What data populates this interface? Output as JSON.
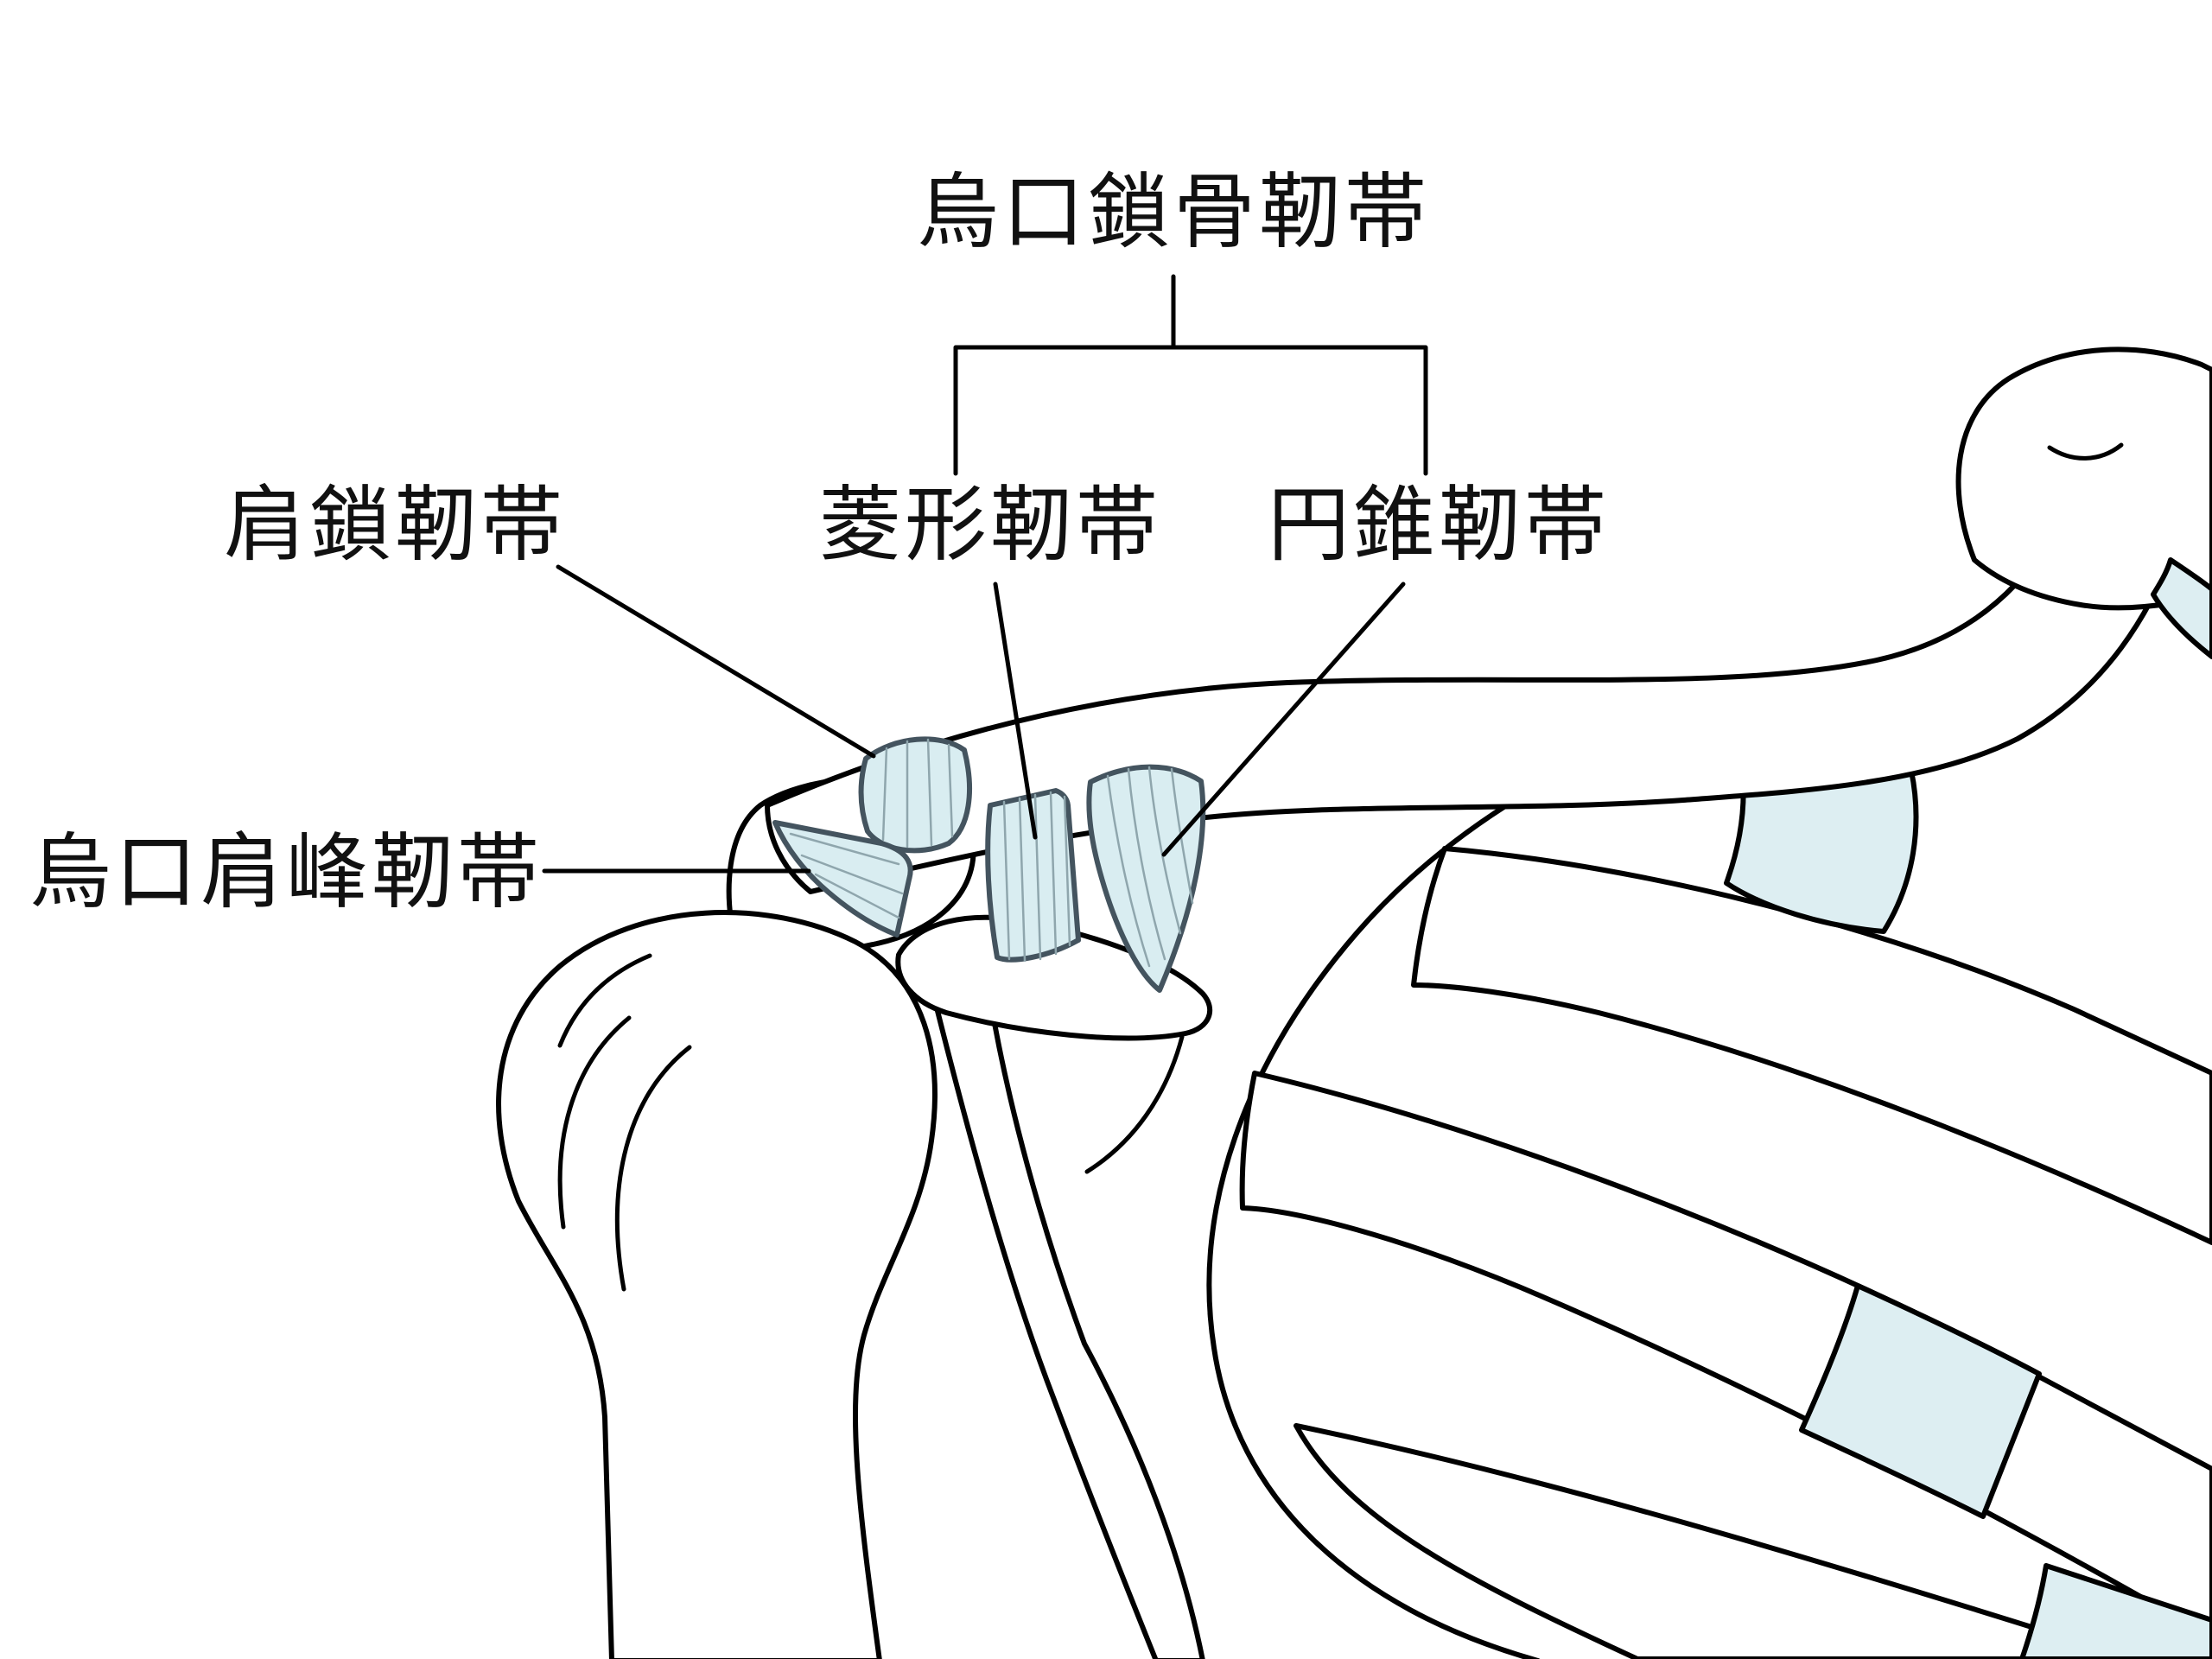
{
  "labels": {
    "coracoclavicular_ligament": "烏口鎖骨靭帯",
    "trapezoid_ligament": "菱形靭帯",
    "conoid_ligament": "円錐靭帯",
    "acromioclavicular_ligament": "肩鎖靭帯",
    "coracoacromial_ligament": "烏口肩峰靭帯"
  },
  "colors": {
    "background": "#ffffff",
    "bone_outline": "#000000",
    "bone_fill": "#ffffff",
    "ligament_fill": "#d9edf1",
    "ligament_outline": "#44545f",
    "cartilage_fill": "#ddeef2",
    "label_text": "#111111"
  }
}
